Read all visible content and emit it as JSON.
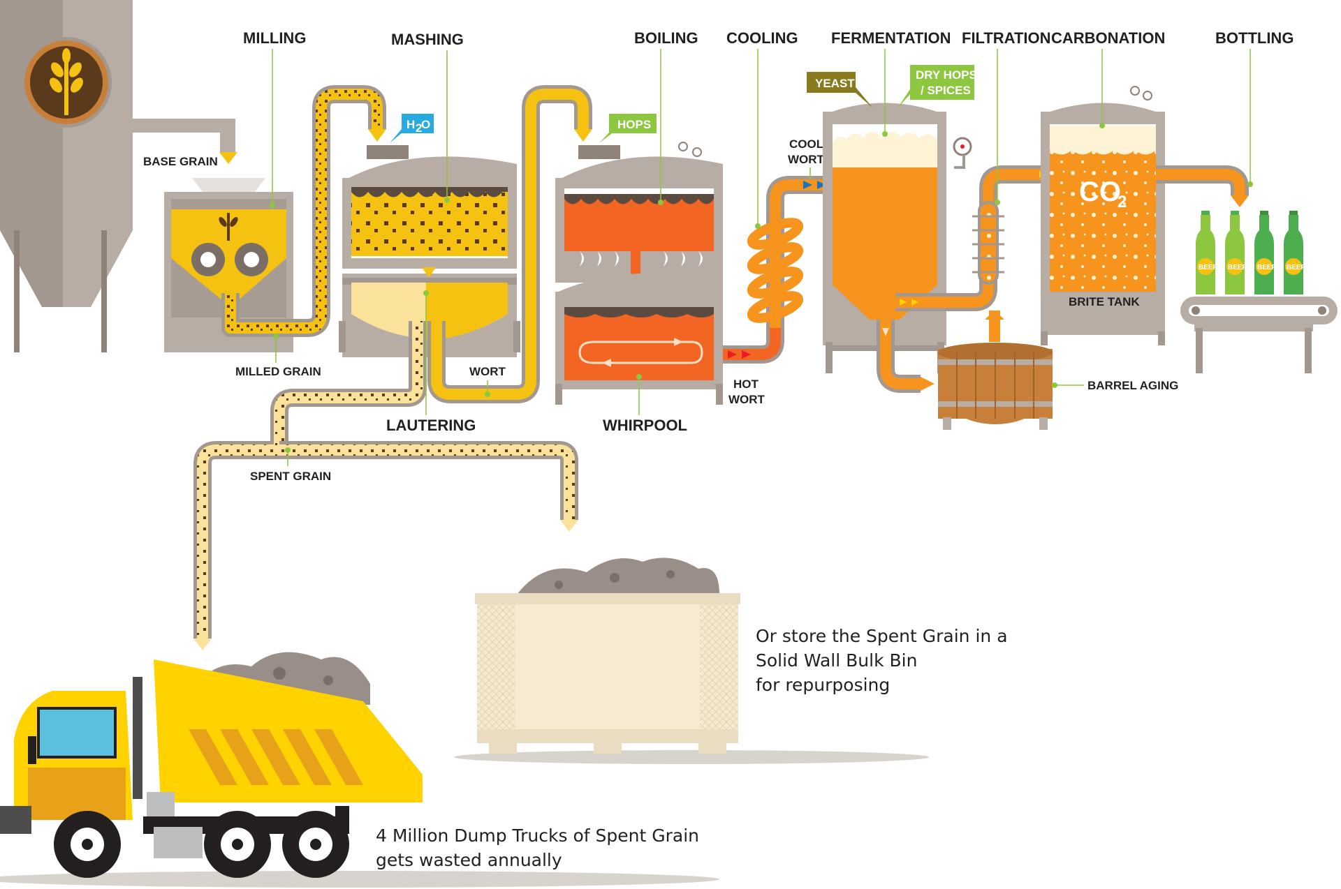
{
  "stages": {
    "milling": "MILLING",
    "mashing": "MASHING",
    "boiling": "BOILING",
    "cooling": "COOLING",
    "fermentation": "FERMENTATION",
    "filtration": "FILTRATION",
    "carbonation": "CARBONATION",
    "bottling": "BOTTLING",
    "lautering": "LAUTERING",
    "whirlpool": "WHIRPOOL",
    "barrel_aging": "BARREL AGING"
  },
  "flow_labels": {
    "base_grain": "BASE GRAIN",
    "milled_grain": "MILLED GRAIN",
    "wort": "WORT",
    "hot_wort_1": "HOT",
    "hot_wort_2": "WORT",
    "cool_wort_1": "COOL",
    "cool_wort_2": "WORT",
    "spent_grain": "SPENT GRAIN",
    "brite_tank": "BRITE TANK"
  },
  "tags": {
    "water": "H",
    "water_sub": "2",
    "water_end": "O",
    "hops": "HOPS",
    "yeast": "YEAST",
    "dry_hops_1": "DRY HOPS",
    "dry_hops_2": "/ SPICES",
    "co2": "CO",
    "co2_sub": "2"
  },
  "bottle_label": "BEER",
  "captions": {
    "bin_line1": "Or store the Spent Grain in a",
    "bin_line2": "Solid Wall Bulk Bin",
    "bin_line3": "for repurposing",
    "truck_line1": "4 Million Dump Trucks of Spent Grain",
    "truck_line2": "gets wasted annually"
  },
  "colors": {
    "silo": "#b7ada4",
    "silo_dark": "#8e8279",
    "grain_yellow": "#f5c211",
    "pale_grain": "#fbe29a",
    "boil_orange": "#f26522",
    "ferment_orange": "#f7941d",
    "water_blue": "#27aae1",
    "hops_green": "#8dc63f",
    "yeast_olive": "#8a7a1e",
    "truck_yellow": "#ffd200",
    "barrel_brown": "#c87f3a"
  }
}
